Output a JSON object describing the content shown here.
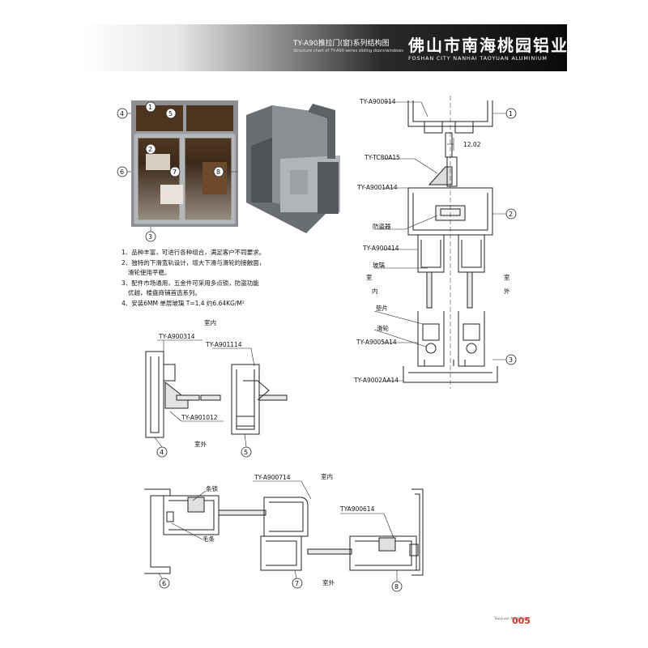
{
  "header": {
    "series_title": "TY-A90推拉门(窗)系列结构图",
    "series_title_en": "Structure chart of TY-A90 series sliding doors/windows",
    "brand": "佛山市南海桃园铝业",
    "brand_en": "FOSHAN CITY NANHAI TAOYUAN ALUMINIUM"
  },
  "circle_numbers": [
    "1",
    "2",
    "3",
    "4",
    "5",
    "6",
    "7",
    "8"
  ],
  "section_main": {
    "profiles": [
      "TY-A900914",
      "TY-TC80A15",
      "TY-A9001A14",
      "TY-A900414",
      "TY-A9005A14",
      "TY-A9002AA14"
    ],
    "dimension": "12.02",
    "parts": [
      "防盗器",
      "玻璃",
      "垫片",
      "滑轮"
    ],
    "indoor": [
      "室",
      "内"
    ],
    "outdoor": [
      "室",
      "外"
    ]
  },
  "notes": [
    "1、品种丰富，可进行各种组合，满足客户不同要求。",
    "2、独特的下滑宽轨设计，增大下滑与滑轮的接触面，",
    "滑轮使用平稳。",
    "3、配件市场通用，五金件可采用多点锁，防盗功能",
    "优越，楼盘商铺首选系列。",
    "4、安装6MM 单层玻璃 T=1.4 约6.64KG/M²"
  ],
  "section_side": {
    "indoor_label": "室内",
    "outdoor_label": "室外",
    "profiles": [
      "TY-A900314",
      "TY-A901114",
      "TY-A901012"
    ]
  },
  "section_bottom": {
    "indoor_label": "室内",
    "outdoor_label": "室外",
    "profiles": [
      "TY-A900714",
      "TYA900614"
    ],
    "parts": [
      "条锁",
      "毛条"
    ]
  },
  "footer": {
    "logo_text": "Taoyuan Aluminium",
    "page_number": "005"
  }
}
